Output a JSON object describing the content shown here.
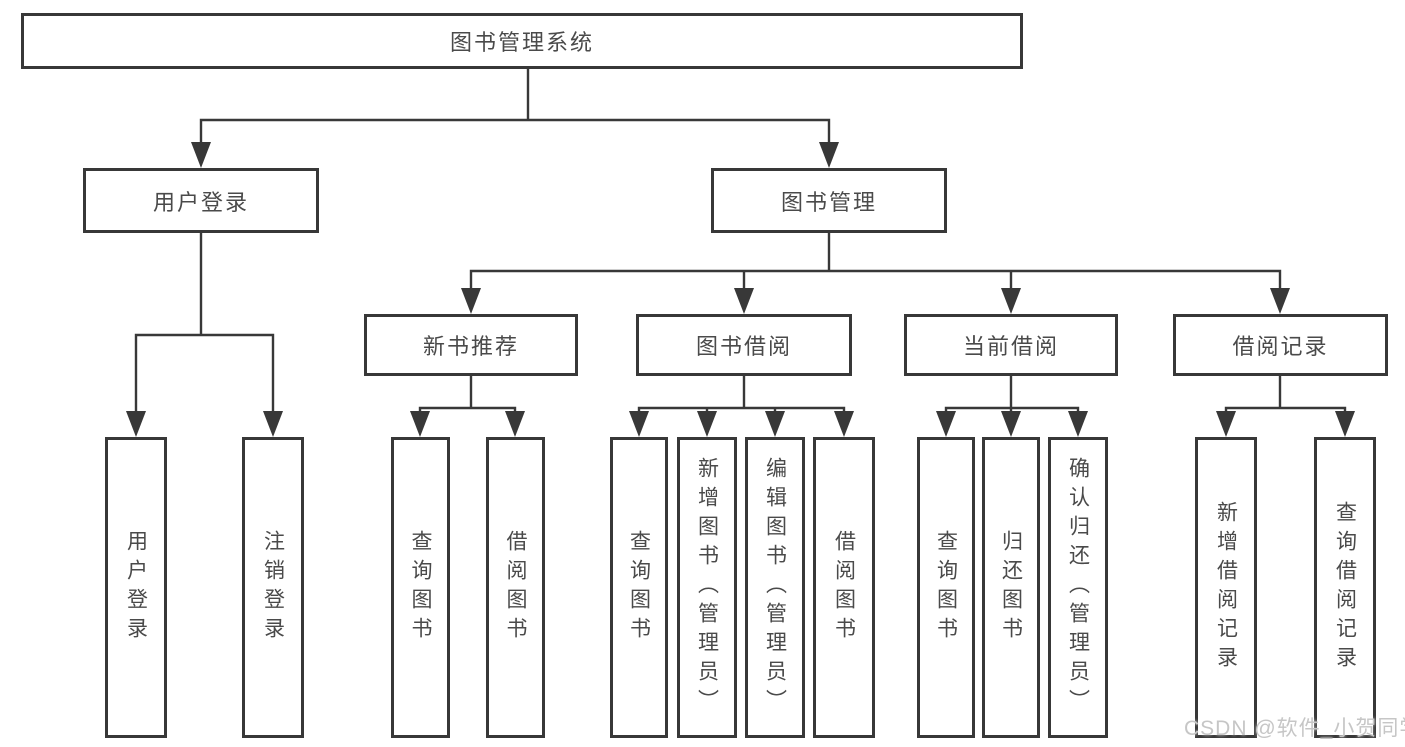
{
  "diagram": {
    "title": "图书管理系统",
    "branches": [
      {
        "label": "用户登录",
        "children": [
          {
            "label": "用户登录"
          },
          {
            "label": "注销登录"
          }
        ]
      },
      {
        "label": "图书管理",
        "children": [
          {
            "label": "新书推荐",
            "children": [
              {
                "label": "查询图书"
              },
              {
                "label": "借阅图书"
              }
            ]
          },
          {
            "label": "图书借阅",
            "children": [
              {
                "label": "查询图书"
              },
              {
                "label": "新增图书（管理员）"
              },
              {
                "label": "编辑图书（管理员）"
              },
              {
                "label": "借阅图书"
              }
            ]
          },
          {
            "label": "当前借阅",
            "children": [
              {
                "label": "查询图书"
              },
              {
                "label": "归还图书"
              },
              {
                "label": "确认归还（管理员）"
              }
            ]
          },
          {
            "label": "借阅记录",
            "children": [
              {
                "label": "新增借阅记录"
              },
              {
                "label": "查询借阅记录"
              }
            ]
          }
        ]
      }
    ]
  },
  "watermark": {
    "text": "CSDN @软件_小贺同学"
  },
  "colors": {
    "line": "#383838",
    "text": "#4a4a4a",
    "watermark": "#c6c6c6"
  }
}
